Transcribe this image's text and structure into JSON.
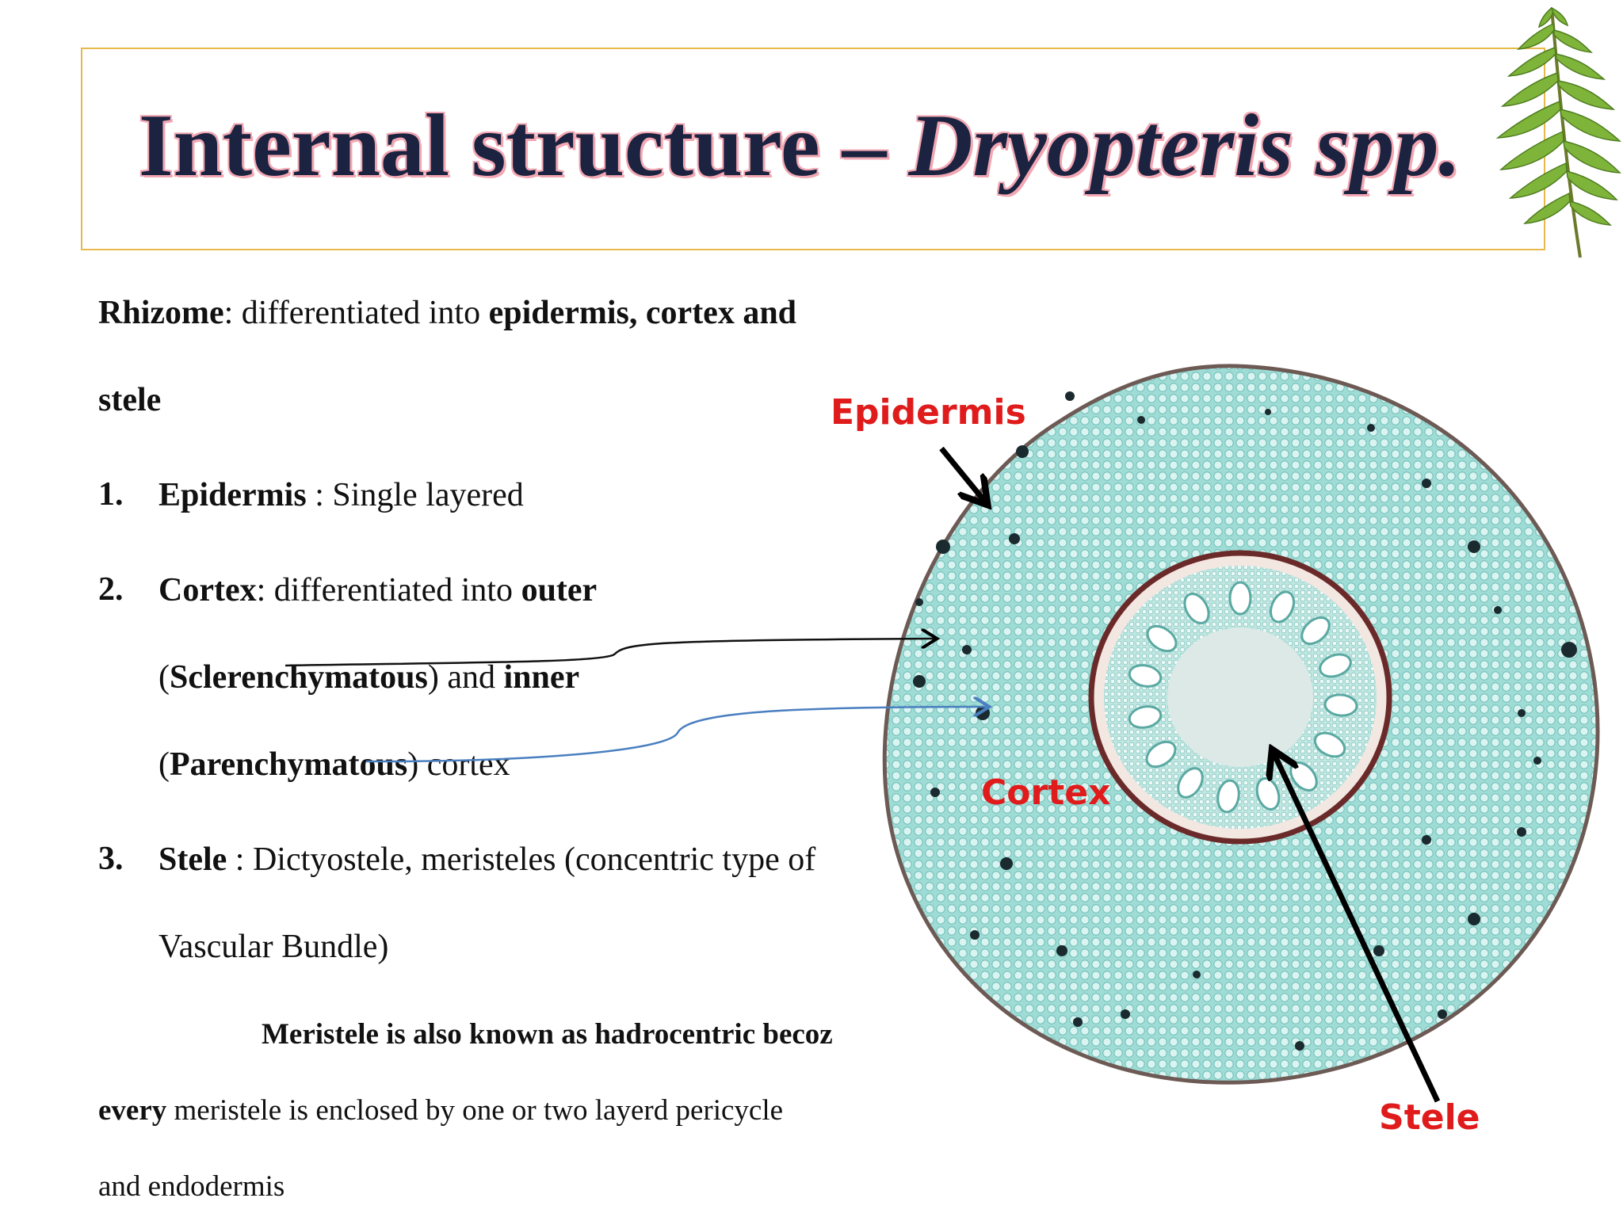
{
  "header": {
    "title_plain": "Internal structure – ",
    "title_italic": "Dryopteris spp."
  },
  "content": {
    "intro": {
      "bold1": "Rhizome",
      "text1": ": differentiated into ",
      "bold2": "epidermis, cortex and",
      "bold3": "stele"
    },
    "item1": {
      "num": "1.",
      "bold": "Epidermis",
      "text": " : Single layered"
    },
    "item2": {
      "num": "2.",
      "bold": "Cortex",
      "text": ": differentiated into ",
      "bold2": "outer",
      "line2_open": "(",
      "line2_bold": "Sclerenchymatous",
      "line2_mid": ") and ",
      "line2_bold2": "inner",
      "line3_open": "(",
      "line3_bold": "Parenchymatous",
      "line3_end": ") cortex"
    },
    "item3": {
      "num": "3.",
      "bold": "Stele",
      "text": " : Dictyostele, meristeles (concentric type of",
      "line2": "Vascular Bundle)"
    },
    "note": {
      "line1": "Meristele is also known as hadrocentric becoz",
      "line2_bold": "every",
      "line2": " meristele is enclosed by one or two layerd pericycle",
      "line3": "and endodermis"
    }
  },
  "diagram_labels": {
    "epidermis": "Epidermis",
    "cortex": "Cortex",
    "stele": "Stele"
  },
  "colors": {
    "title": "#1c2340",
    "title_outline": "#f2a7b3",
    "border": "#e8b84a",
    "label": "#e01b1b",
    "tissue": "#8fd7d2",
    "stele_ring": "#6b2a2a",
    "arrow_blue": "#4a7fc0"
  },
  "icons": {
    "decoration": "fern-leaf-icon"
  }
}
